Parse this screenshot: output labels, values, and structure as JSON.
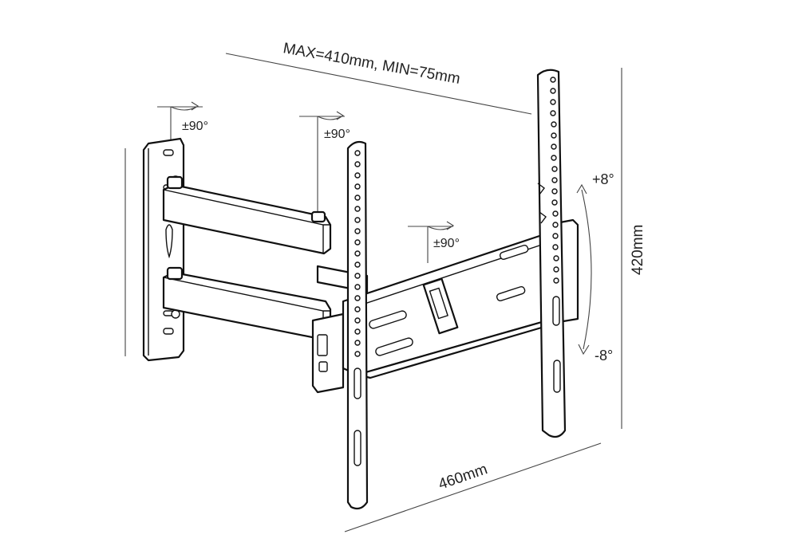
{
  "dimensions": {
    "vesa_range": "MAX=410mm, MIN=75mm",
    "height": "420mm",
    "width": "460mm"
  },
  "swivel": {
    "wall": "±90°",
    "arm_joint": "±90°",
    "head": "±90°"
  },
  "tilt": {
    "up": "+8°",
    "down": "-8°"
  }
}
